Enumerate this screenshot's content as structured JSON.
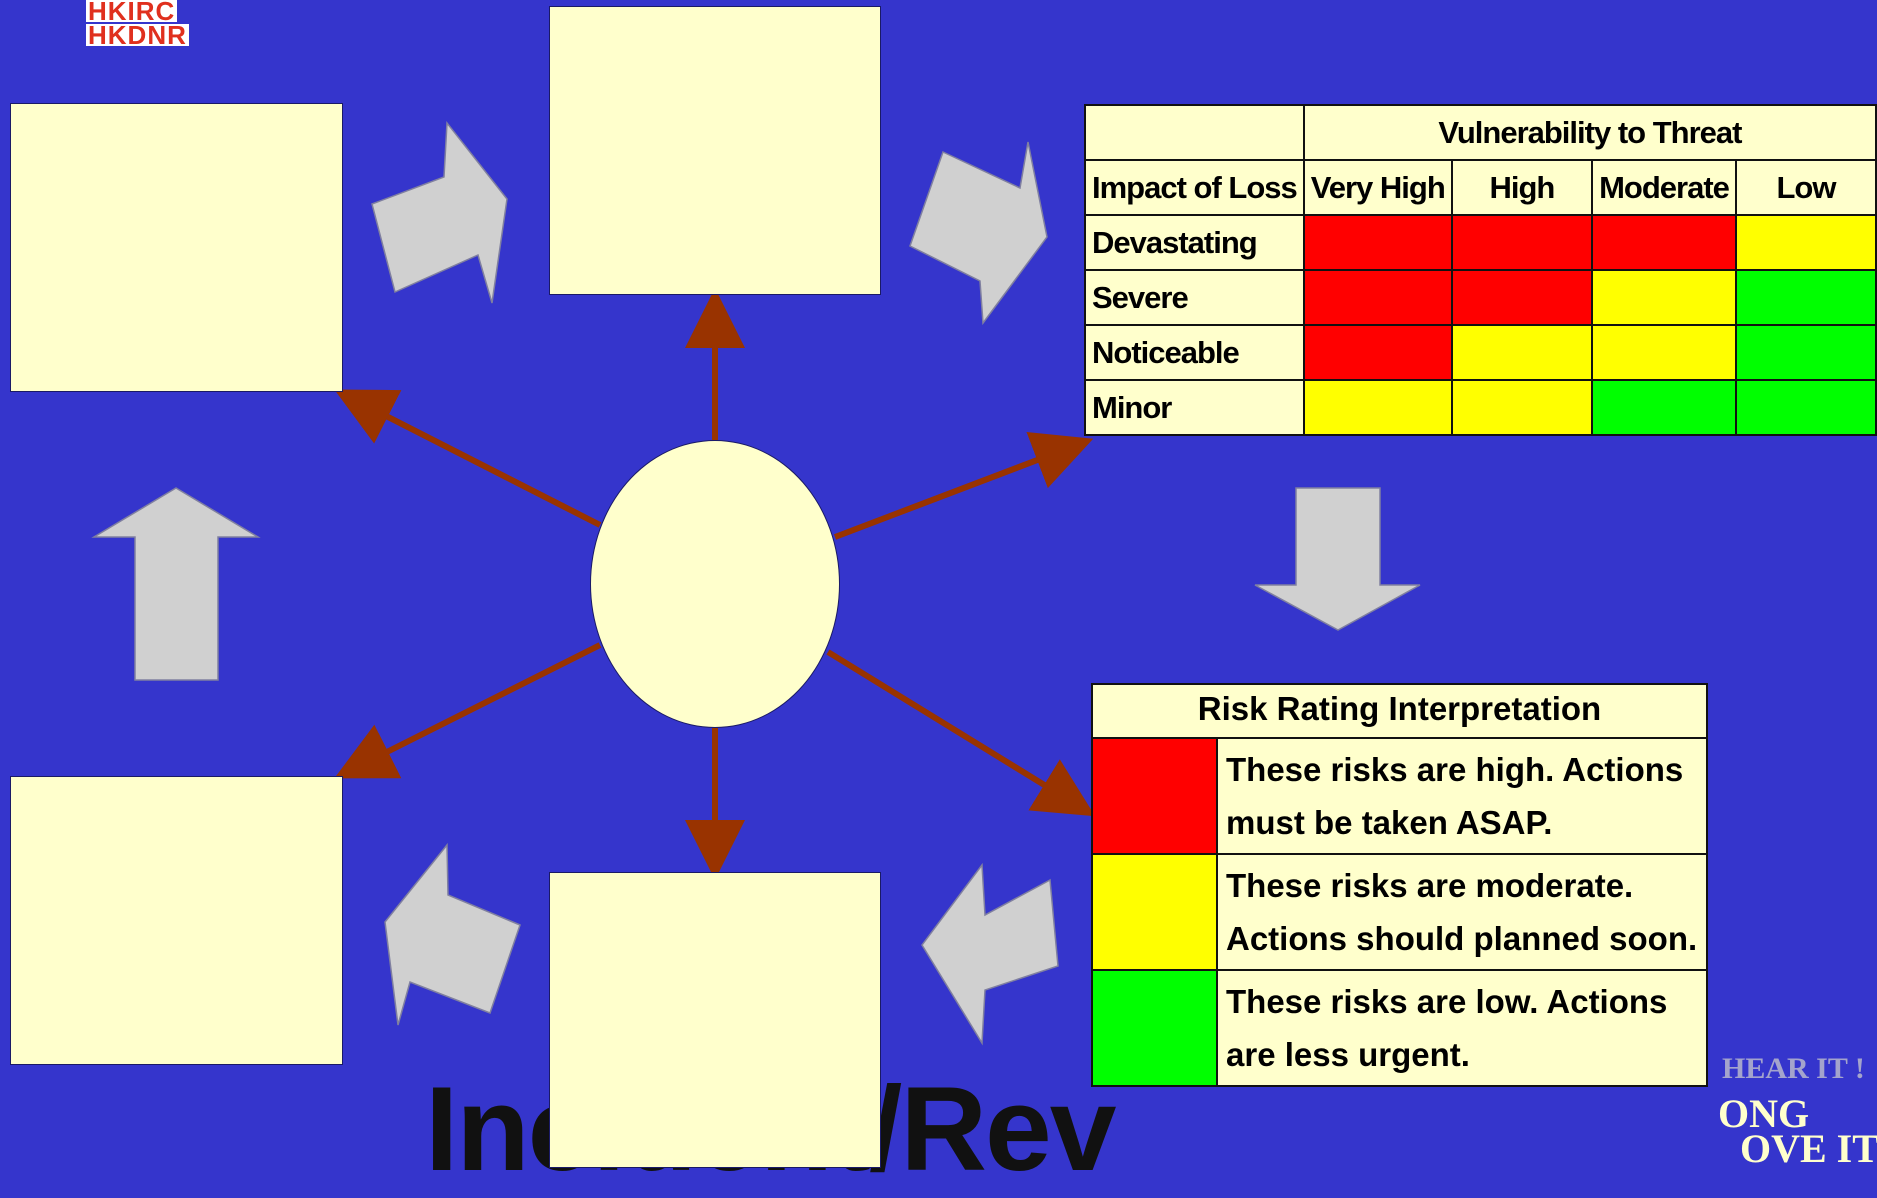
{
  "logo": {
    "line1": "HKIRC",
    "line2": "HKDNR"
  },
  "bottom_title": "Incident/Rev",
  "slogan": {
    "line1": "HEAR IT !",
    "line2": "ONG",
    "line3": "OVE IT!"
  },
  "risk_matrix": {
    "header_top": "Vulnerability to Threat",
    "row_header": "Impact of Loss",
    "columns": [
      "Very High",
      "High",
      "Moderate",
      "Low"
    ],
    "rows": [
      {
        "label": "Devastating",
        "levels": [
          "red",
          "red",
          "red",
          "yellow"
        ]
      },
      {
        "label": "Severe",
        "levels": [
          "red",
          "red",
          "yellow",
          "green"
        ]
      },
      {
        "label": "Noticeable",
        "levels": [
          "red",
          "yellow",
          "yellow",
          "green"
        ]
      },
      {
        "label": "Minor",
        "levels": [
          "yellow",
          "yellow",
          "green",
          "green"
        ]
      }
    ]
  },
  "interpretation": {
    "title": "Risk Rating Interpretation",
    "items": [
      {
        "level": "red",
        "text": "These risks are high. Actions must be taken ASAP."
      },
      {
        "level": "yellow",
        "text": "These risks are moderate. Actions should planned soon."
      },
      {
        "level": "green",
        "text": "These risks are low. Actions are less urgent."
      }
    ]
  },
  "colors": {
    "background": "#3535cc",
    "box_fill": "#ffffcc",
    "arrow_gray": "#d0d0d0",
    "connector": "#993300",
    "red": "#ff0000",
    "yellow": "#ffff00",
    "green": "#00ff00"
  }
}
